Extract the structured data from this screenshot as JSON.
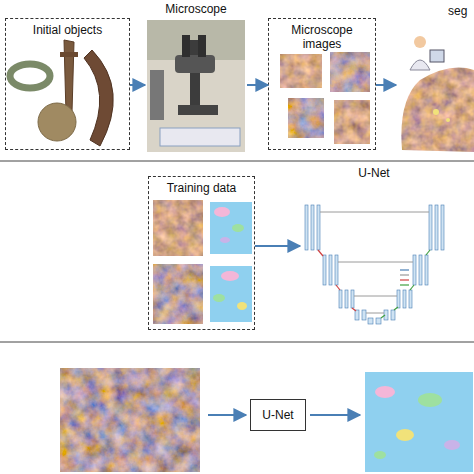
{
  "diagram": {
    "nodes": [
      {
        "text": [
          "Initial objects"
        ]
      },
      {
        "text": [
          "Microscope"
        ]
      },
      {
        "text": [
          "Microscope images"
        ]
      },
      {
        "text": [
          "seg"
        ]
      },
      {
        "text": [
          "Training data"
        ]
      },
      {
        "text": [
          "U-Net"
        ]
      },
      {
        "text": [
          "U-Net"
        ]
      }
    ],
    "edges": [
      {
        "from": 0,
        "to": 1,
        "arrow": "to"
      },
      {
        "from": 1,
        "to": 2,
        "arrow": "to"
      },
      {
        "from": 2,
        "to": 3,
        "arrow": "to"
      },
      {
        "from": 4,
        "to": 5,
        "arrow": "to"
      }
    ]
  }
}
